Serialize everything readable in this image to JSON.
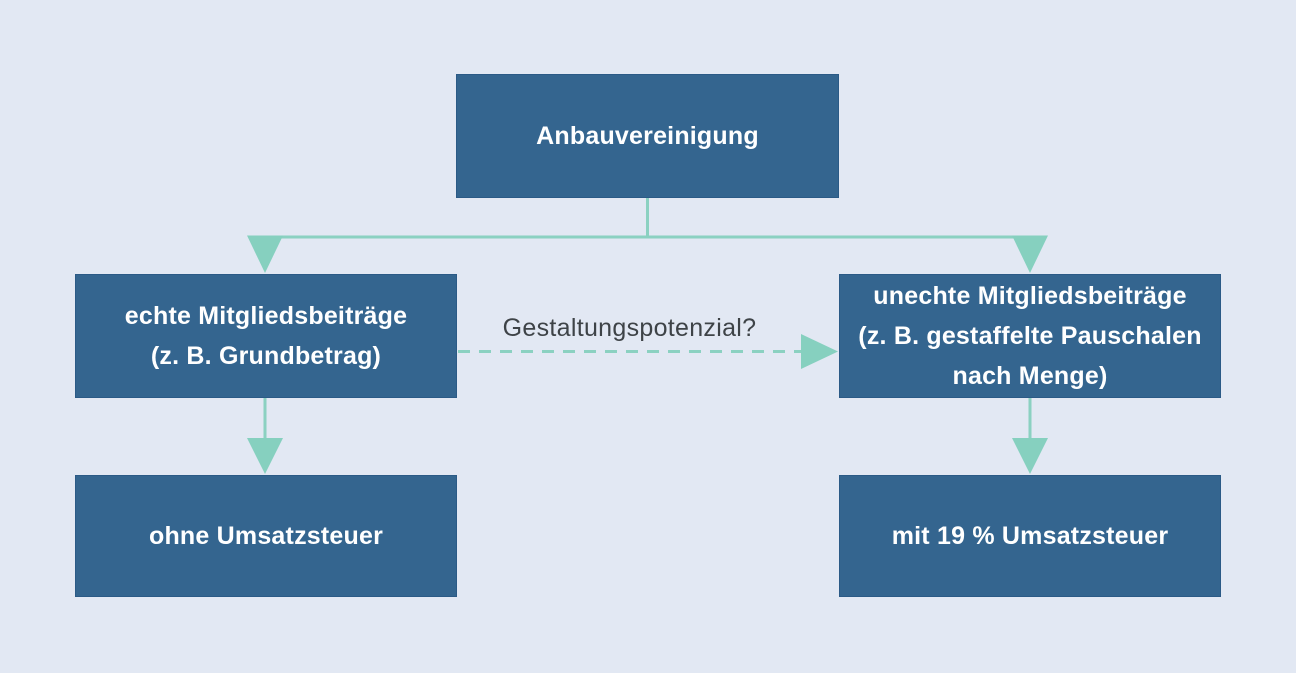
{
  "colors": {
    "background": "#e2e8f3",
    "node_fill": "#34658f",
    "node_text": "#ffffff",
    "arrow": "#86d0bf",
    "edge_label_text": "#3e4347"
  },
  "nodes": {
    "root": "Anbauvereinigung",
    "left_mid": "echte Mitgliedsbeiträge\n(z. B. Grundbetrag)",
    "right_mid": "unechte Mitgliedsbeiträge\n(z. B. gestaffelte Pauschalen\nnach Menge)",
    "left_bottom": "ohne Umsatzsteuer",
    "right_bottom": "mit 19 % Umsatzsteuer"
  },
  "edges": [
    {
      "from": "root",
      "to": "left_mid",
      "style": "solid-arrow"
    },
    {
      "from": "root",
      "to": "right_mid",
      "style": "solid-arrow"
    },
    {
      "from": "left_mid",
      "to": "right_mid",
      "style": "dashed-arrow",
      "label": "Gestaltungspotenzial?"
    },
    {
      "from": "left_mid",
      "to": "left_bottom",
      "style": "solid-arrow"
    },
    {
      "from": "right_mid",
      "to": "right_bottom",
      "style": "solid-arrow"
    }
  ]
}
